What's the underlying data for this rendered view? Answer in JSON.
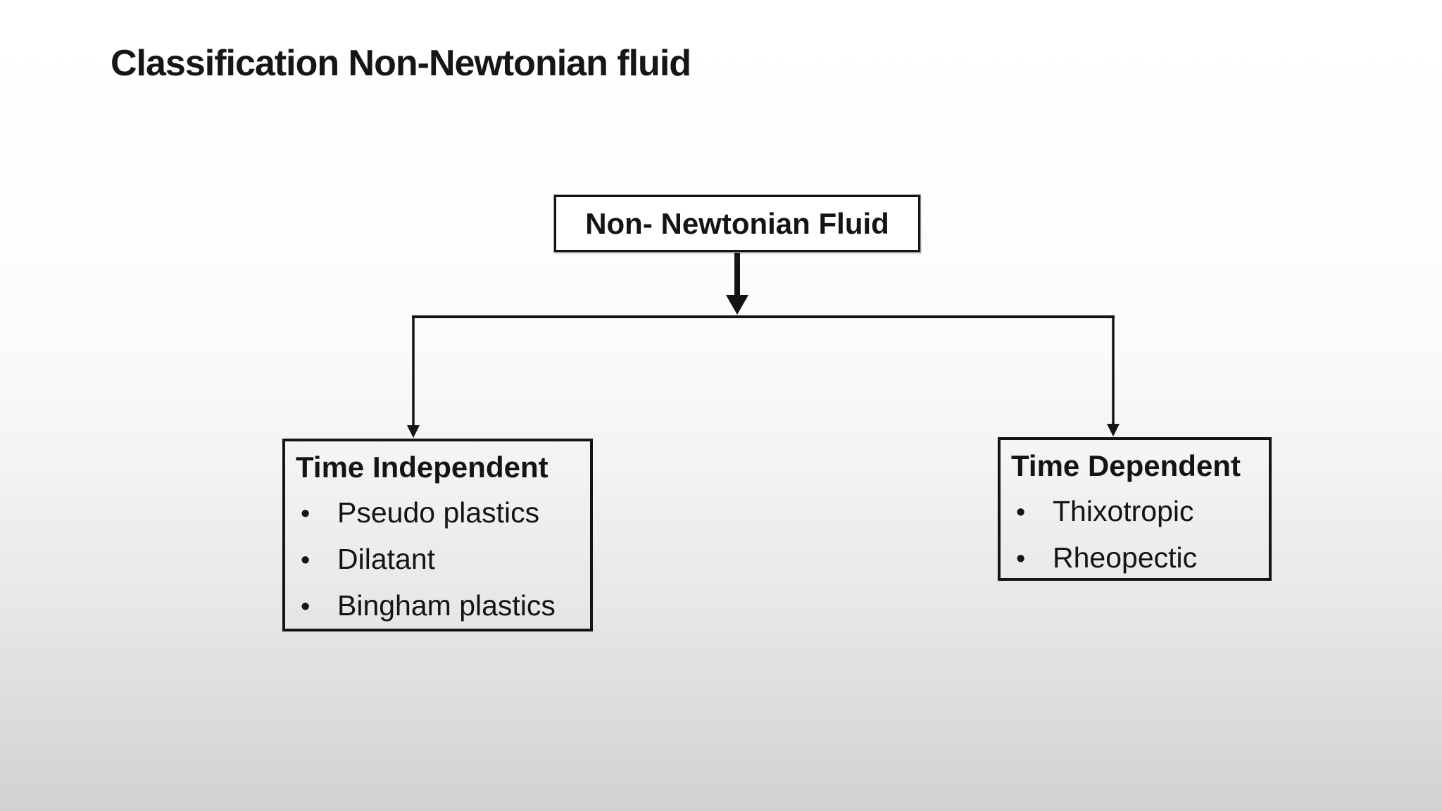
{
  "slide": {
    "title": "Classification Non-Newtonian fluid"
  },
  "diagram": {
    "bullet_char": "•",
    "root": {
      "label": "Non- Newtonian Fluid"
    },
    "branches": [
      {
        "heading": "Time Independent",
        "items": [
          "Pseudo plastics",
          "Dilatant",
          "Bingham plastics"
        ]
      },
      {
        "heading": "Time Dependent",
        "items": [
          "Thixotropic",
          "Rheopectic"
        ]
      }
    ]
  },
  "colors": {
    "ink": "#141414",
    "line": "#141414",
    "box_fill": "#ffffff",
    "background_top": "#ffffff",
    "background_bottom": "#d1d1d1"
  }
}
